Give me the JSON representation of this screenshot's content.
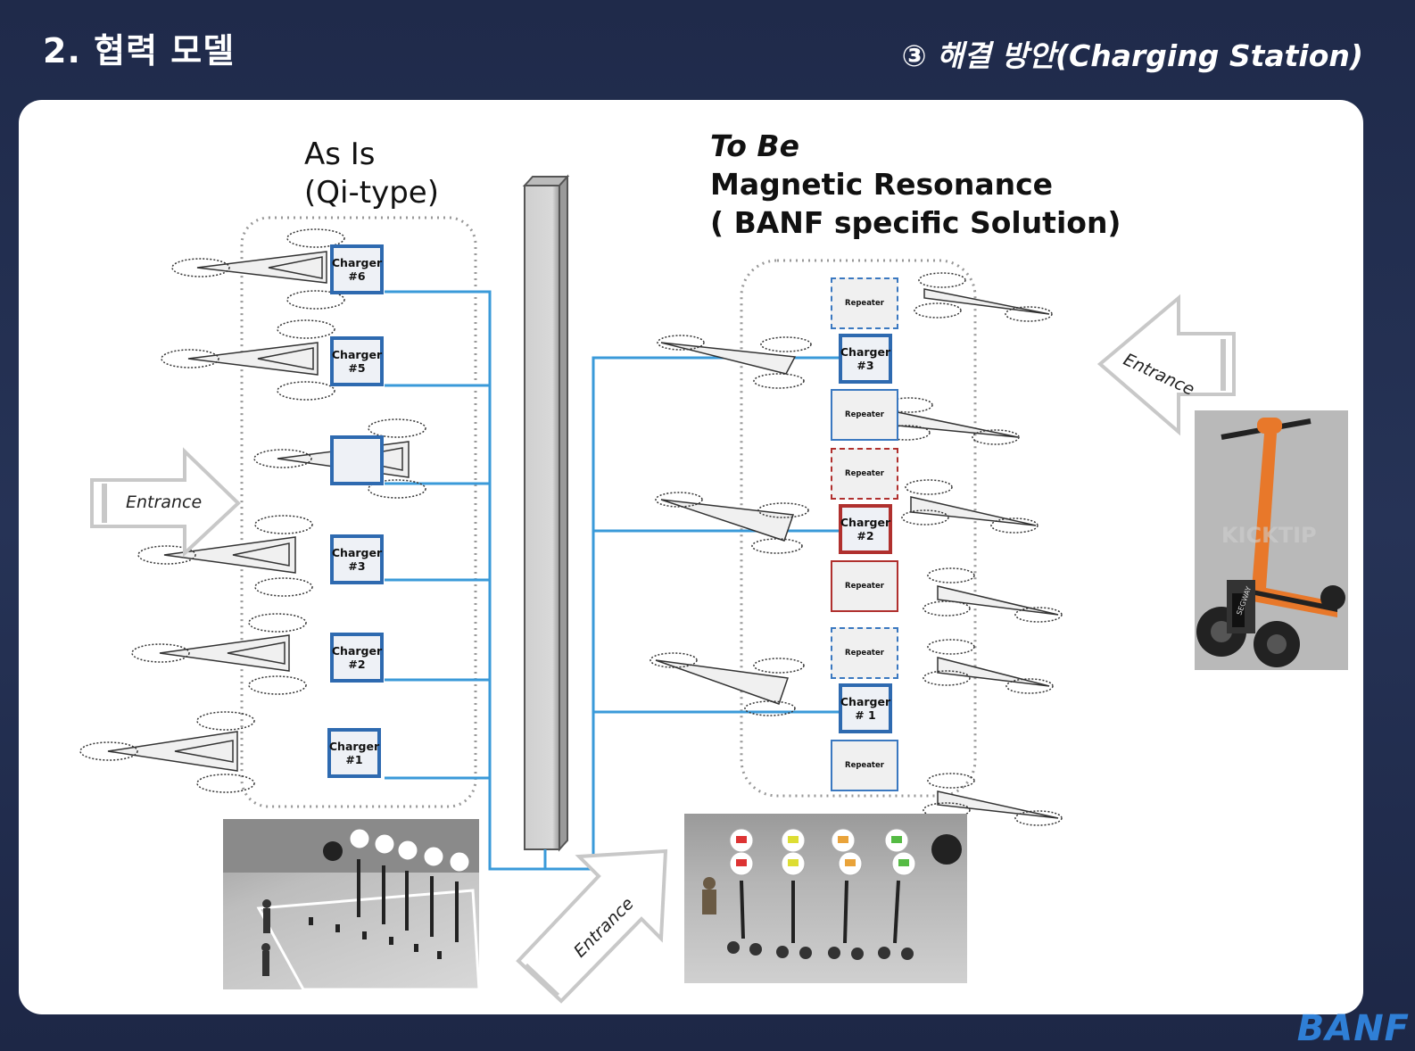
{
  "header": {
    "title": "2. 협력 모델",
    "subtitle": "③ 해결 방안(Charging Station)"
  },
  "as_is": {
    "line1": "As Is",
    "line2": "(Qi-type)",
    "chargers": [
      {
        "line1": "Charger",
        "line2": "#6"
      },
      {
        "line1": "Charger",
        "line2": "#5"
      },
      {
        "line1": "Charger",
        "line2": "#3"
      },
      {
        "line1": "Charger",
        "line2": "#2"
      },
      {
        "line1": "Charger",
        "line2": "#1"
      }
    ],
    "entrance": "Entrance"
  },
  "to_be": {
    "line1": "To Be",
    "line2": "Magnetic Resonance",
    "line3": "( BANF specific Solution)",
    "repeater_label": "Repeater",
    "chargers": [
      {
        "line1": "Charger",
        "line2": "#3"
      },
      {
        "line1": "Charger",
        "line2": "#2"
      },
      {
        "line1": "Charger",
        "line2": "# 1"
      }
    ],
    "entrance_right": "Entrance",
    "entrance_bottom": "Entrance"
  },
  "photo_watermark": "KICKTIP",
  "scooter_brand": "SEGWAY",
  "logo": "BANF",
  "colors": {
    "line_blue": "#3a9ad9",
    "charger_blue": "#2e6ab0",
    "charger_red": "#b0302e",
    "scooter_orange": "#e8782a"
  }
}
